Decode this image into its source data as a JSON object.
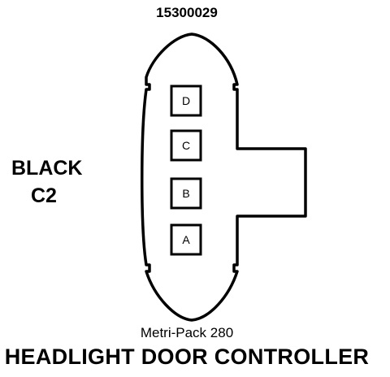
{
  "part_number": "15300029",
  "color_label": "BLACK",
  "cavity_label": "C2",
  "connector_series": "Metri-Pack 280",
  "component_name": "HEADLIGHT DOOR CONTROLLER",
  "terminals": [
    "D",
    "C",
    "B",
    "A"
  ]
}
